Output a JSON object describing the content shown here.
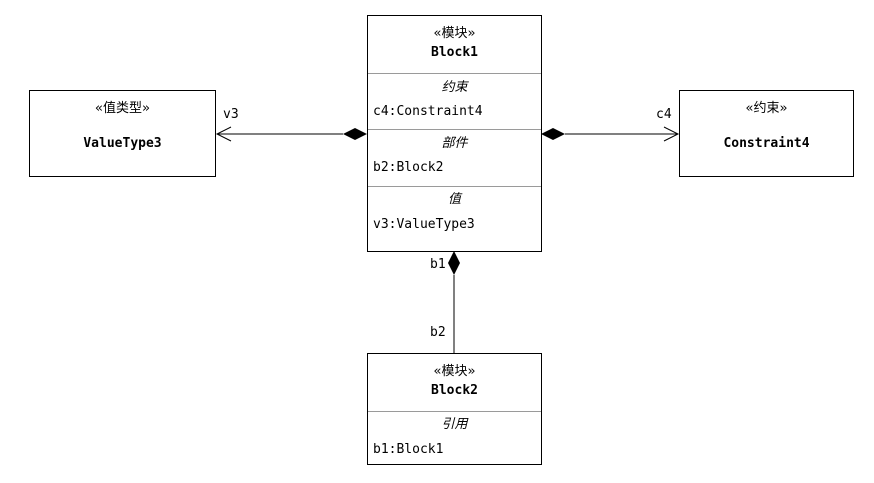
{
  "blocks": {
    "block1": {
      "stereotype": "«模块»",
      "name": "Block1",
      "compartments": [
        {
          "title": "约束",
          "entries": [
            "c4:Constraint4"
          ]
        },
        {
          "title": "部件",
          "entries": [
            "b2:Block2"
          ]
        },
        {
          "title": "值",
          "entries": [
            "v3:ValueType3"
          ]
        }
      ]
    },
    "valuetype3": {
      "stereotype": "«值类型»",
      "name": "ValueType3"
    },
    "constraint4": {
      "stereotype": "«约束»",
      "name": "Constraint4"
    },
    "block2": {
      "stereotype": "«模块»",
      "name": "Block2",
      "compartments": [
        {
          "title": "引用",
          "entries": [
            "b1:Block1"
          ]
        }
      ]
    }
  },
  "associations": [
    {
      "from": "block1",
      "to": "valuetype3",
      "kind": "composition",
      "role": "v3"
    },
    {
      "from": "block1",
      "to": "constraint4",
      "kind": "composition",
      "role": "c4"
    },
    {
      "from": "block1",
      "to": "block2",
      "kind": "composition",
      "near_role": "b1",
      "far_role": "b2"
    }
  ]
}
